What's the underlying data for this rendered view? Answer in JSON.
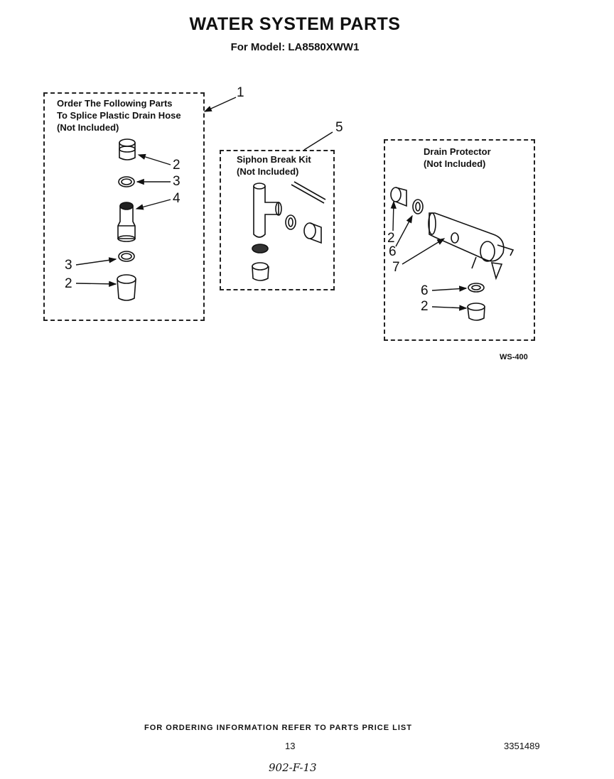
{
  "header": {
    "title": "WATER SYSTEM PARTS",
    "model_line": "For Model: LA8580XWW1"
  },
  "splice_group": {
    "label_line1": "Order The Following Parts",
    "label_line2": "To Splice Plastic Drain Hose",
    "label_line3": "(Not Included)",
    "group_callout": "1",
    "callouts": [
      "2",
      "3",
      "4",
      "3",
      "2"
    ]
  },
  "siphon_group": {
    "label_line1": "Siphon Break Kit",
    "label_line2": "(Not Included)",
    "group_callout": "5"
  },
  "drain_group": {
    "label_line1": "Drain Protector",
    "label_line2": "(Not Included)",
    "callouts": [
      "2",
      "6",
      "7",
      "6",
      "2"
    ]
  },
  "figure_code": "WS-400",
  "footer": {
    "ordering_note": "FOR ORDERING INFORMATION REFER TO PARTS PRICE LIST",
    "page_number": "13",
    "document_number": "3351489",
    "handwritten_note": "902-F-13"
  }
}
